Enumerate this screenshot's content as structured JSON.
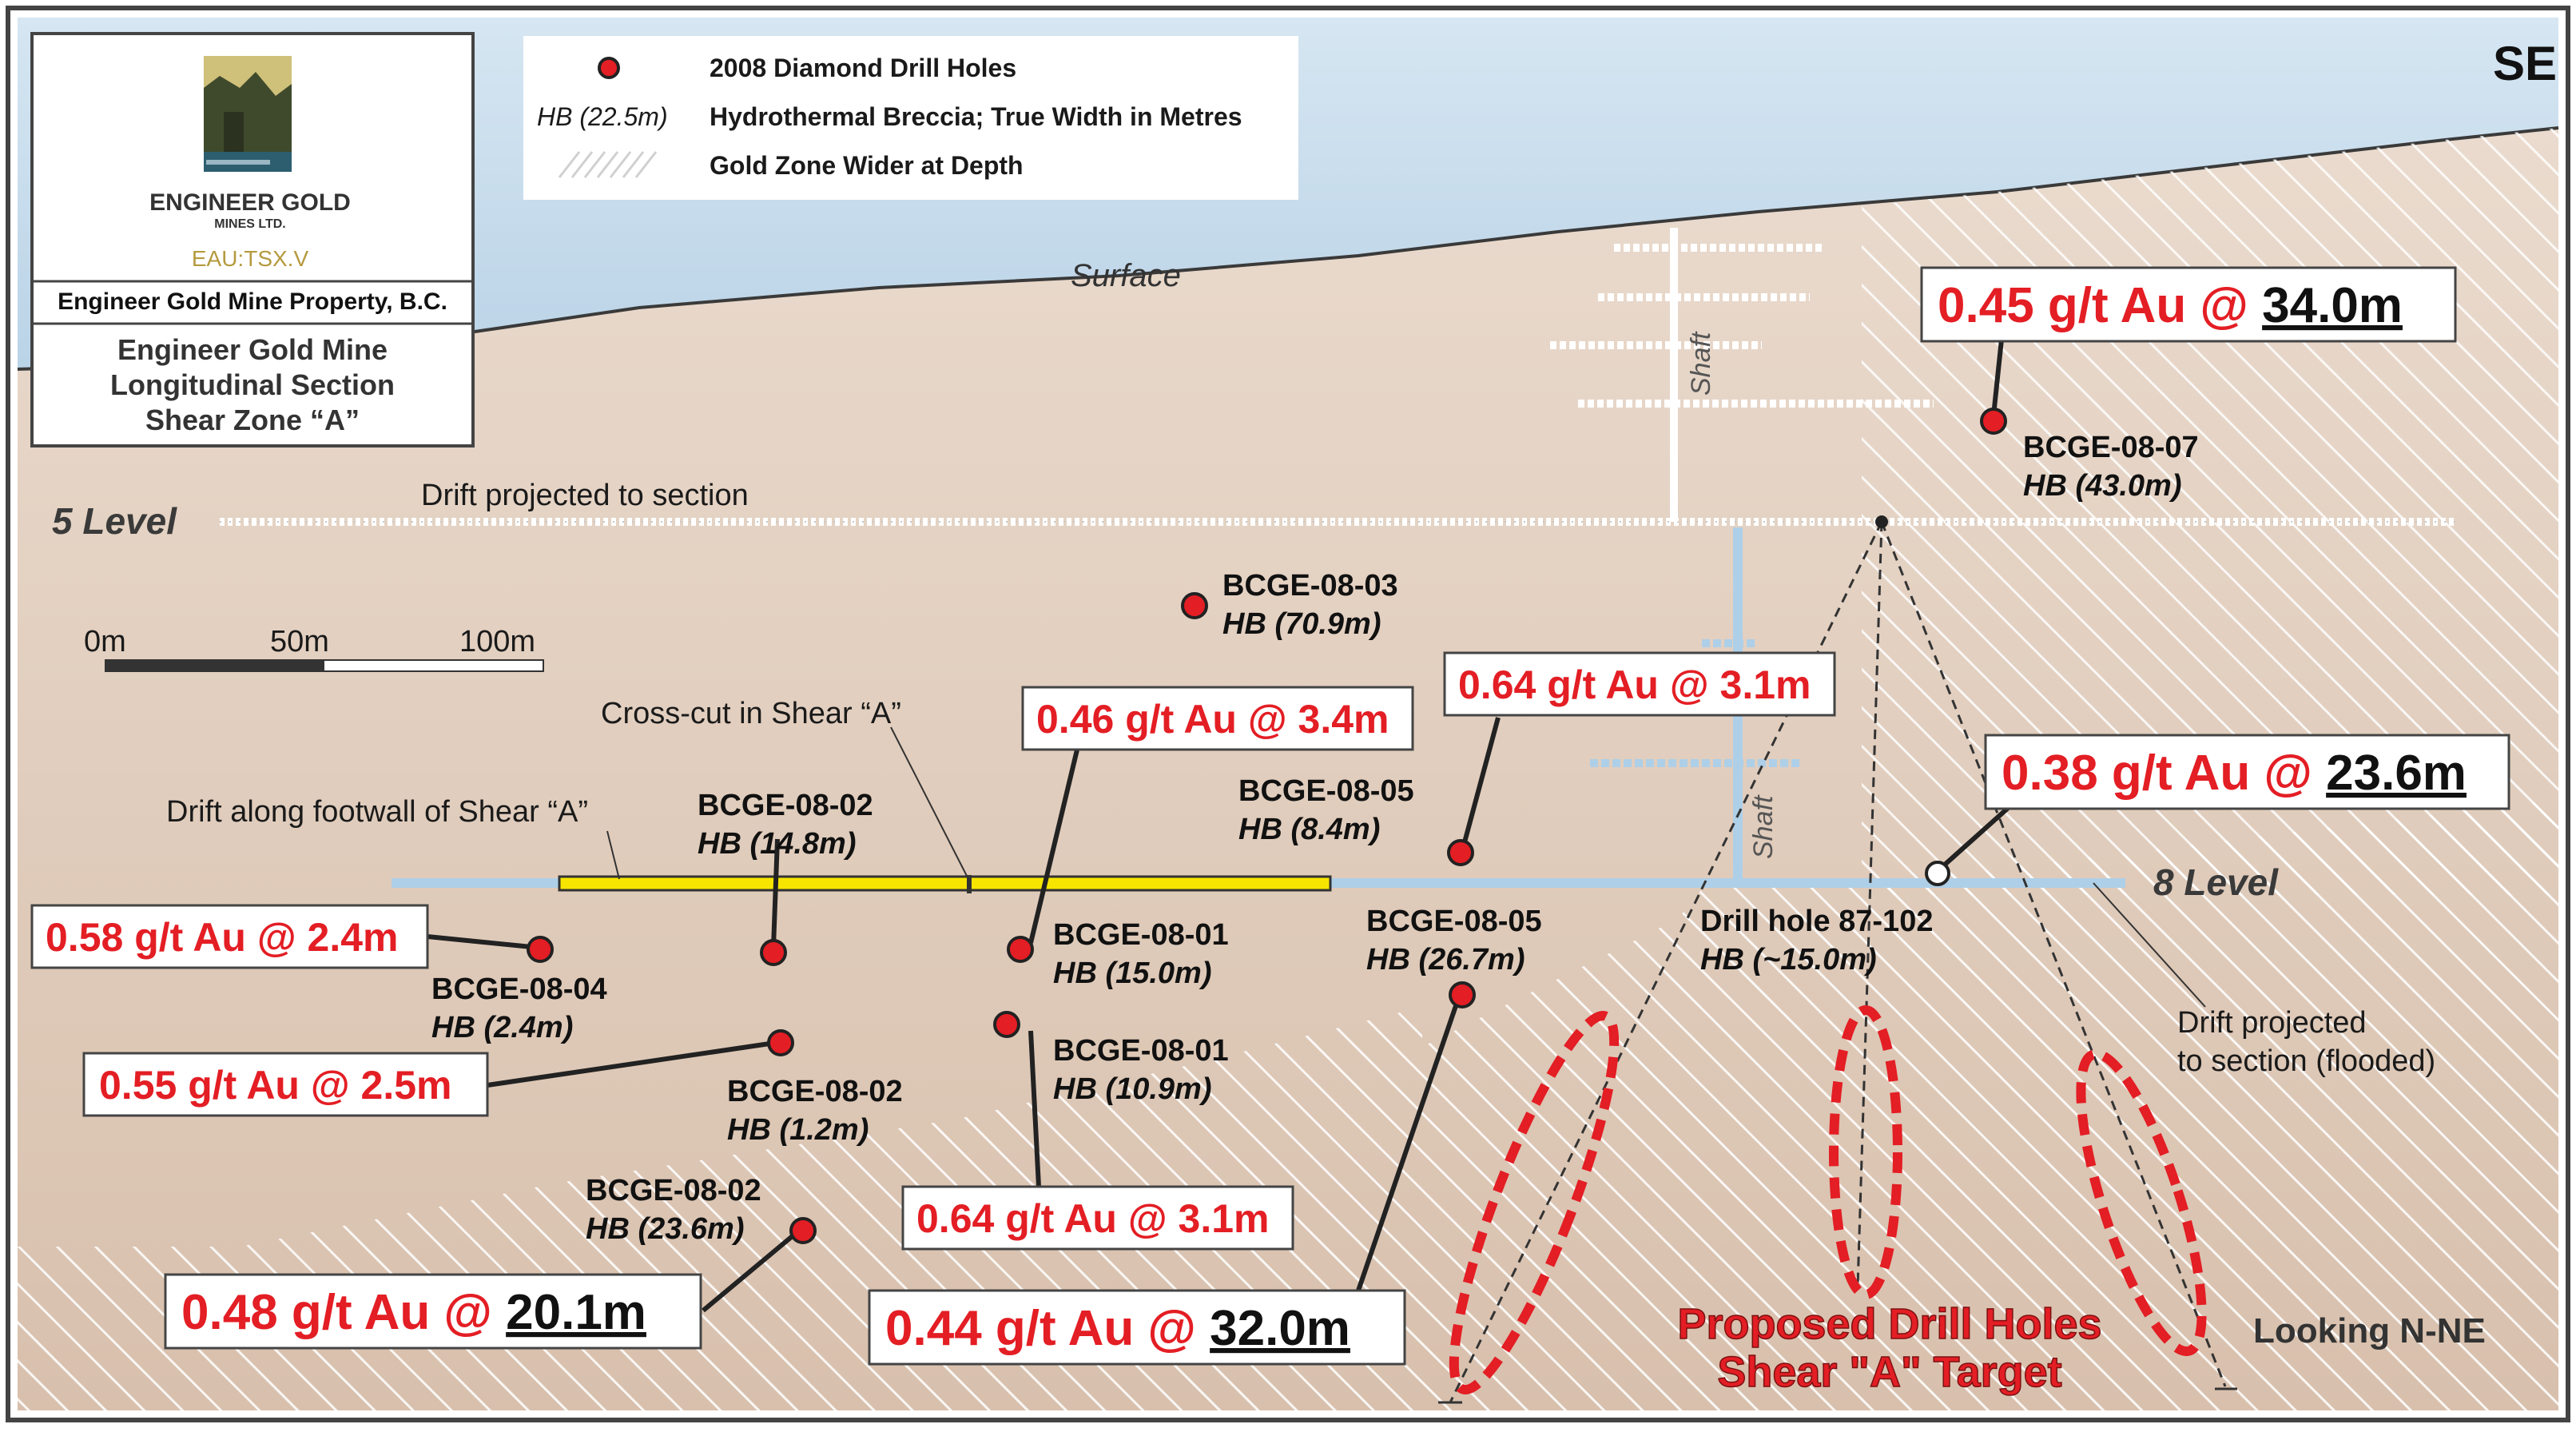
{
  "direction": "SE",
  "company": {
    "name": "ENGINEER GOLD",
    "sub": "MINES LTD.",
    "ticker": "EAU:TSX.V"
  },
  "property": "Engineer Gold Mine Property, B.C.",
  "title_lines": [
    "Engineer Gold Mine",
    "Longitudinal Section",
    "Shear Zone “A”"
  ],
  "legend": {
    "item1": "2008 Diamond Drill Holes",
    "item2_symbol": "HB (22.5m)",
    "item2": "Hydrothermal Breccia; True Width in Metres",
    "item3": "Gold Zone Wider at Depth"
  },
  "surface": "Surface",
  "shaft": "Shaft",
  "level5": "5 Level",
  "level8": "8 Level",
  "drift5": "Drift projected to section",
  "drift8": [
    "Drift projected",
    "to section (flooded)"
  ],
  "crosscut": "Cross-cut in Shear “A”",
  "footwall": "Drift along footwall of Shear “A”",
  "scale": [
    "0m",
    "50m",
    "100m"
  ],
  "holes": {
    "h07": [
      "BCGE-08-07",
      "HB (43.0m)"
    ],
    "h03": [
      "BCGE-08-03",
      "HB (70.9m)"
    ],
    "h05a": [
      "BCGE-08-05",
      "HB (8.4m)"
    ],
    "h05b": [
      "BCGE-08-05",
      "HB (26.7m)"
    ],
    "h02a": [
      "BCGE-08-02",
      "HB (14.8m)"
    ],
    "h02b": [
      "BCGE-08-02",
      "HB (1.2m)"
    ],
    "h02c": [
      "BCGE-08-02",
      "HB (23.6m)"
    ],
    "h01a": [
      "BCGE-08-01",
      "HB (15.0m)"
    ],
    "h01b": [
      "BCGE-08-01",
      "HB (10.9m)"
    ],
    "h04": [
      "BCGE-08-04",
      "HB (2.4m)"
    ],
    "h87": [
      "Drill hole 87-102",
      "HB (~15.0m)"
    ]
  },
  "assays": {
    "a1": [
      "0.45 g/t Au @ ",
      "34.0m"
    ],
    "a2": "0.64 g/t Au @ 3.1m",
    "a3": "0.46 g/t Au @ 3.4m",
    "a4": [
      "0.38 g/t Au @ ",
      "23.6m"
    ],
    "a5": "0.58 g/t Au @ 2.4m",
    "a6": "0.55 g/t Au @ 2.5m",
    "a7": "0.64 g/t Au @ 3.1m",
    "a8": [
      "0.48 g/t Au @ ",
      "20.1m"
    ],
    "a9": [
      "0.44 g/t Au @ ",
      "32.0m"
    ]
  },
  "proposed": [
    "Proposed Drill Holes",
    "Shear \"A\" Target"
  ],
  "looking": "Looking N-NE",
  "colors": {
    "sky": "#aecce4",
    "ground": "#e6d6c8",
    "assay_red": "#e31e24",
    "workings": "#aecfe8",
    "drift_yellow": "#f7e500"
  }
}
